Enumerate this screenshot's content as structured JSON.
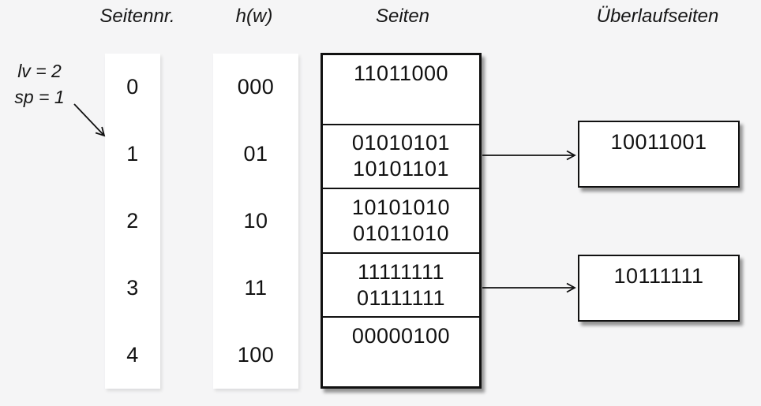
{
  "headers": {
    "page_number": "Seitennr.",
    "hash_function": "h(w)",
    "pages": "Seiten",
    "overflow_pages": "Überlaufseiten"
  },
  "annotations": {
    "level": "lv = 2",
    "split_pointer": "sp = 1",
    "split_pointer_points_to_page": "1"
  },
  "page_numbers": [
    "0",
    "1",
    "2",
    "3",
    "4"
  ],
  "hash_prefixes": [
    "000",
    "01",
    "10",
    "11",
    "100"
  ],
  "pages": [
    {
      "lines": [
        "11011000"
      ]
    },
    {
      "lines": [
        "01010101",
        "10101101"
      ]
    },
    {
      "lines": [
        "10101010",
        "01011010"
      ]
    },
    {
      "lines": [
        "11111111",
        "01111111"
      ]
    },
    {
      "lines": [
        "00000100"
      ]
    }
  ],
  "overflow_pages": [
    {
      "value": "10011001",
      "attached_to_page": "1"
    },
    {
      "value": "10111111",
      "attached_to_page": "3"
    }
  ],
  "colors": {
    "background": "#f5f5f6",
    "box_fill": "#ffffff",
    "line": "#111111",
    "text": "#111111"
  }
}
